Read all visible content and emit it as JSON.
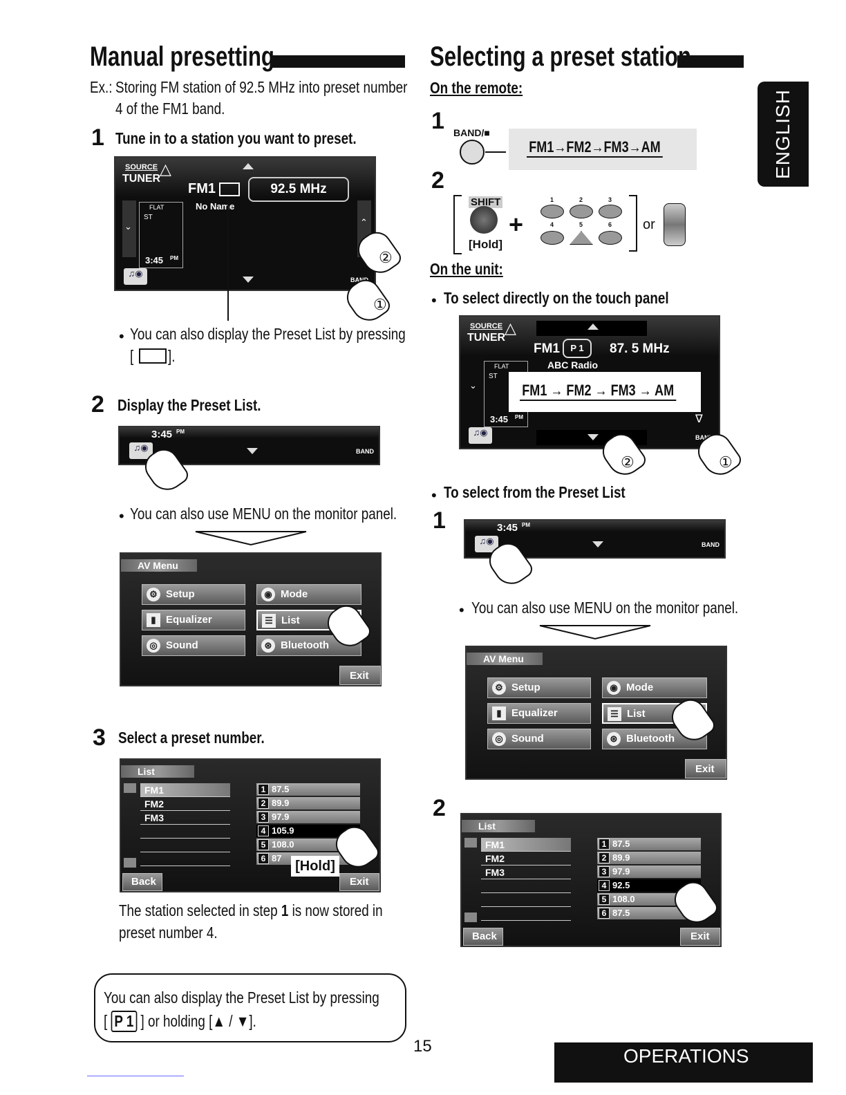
{
  "left": {
    "title": "Manual presetting",
    "example_prefix": "Ex.:",
    "example_line1": "Storing FM station of 92.5 MHz into preset number",
    "example_line2": "4 of the FM1 band.",
    "step1_num": "1",
    "step1_text": "Tune in to a station you want to preset.",
    "screen1": {
      "source": "SOURCE",
      "tuner": "TUNER",
      "band": "FM1",
      "freq": "92.5  MHz",
      "station": "No Name",
      "flat": "FLAT",
      "st": "ST",
      "time": "3:45",
      "pm": "PM",
      "band_btn": "BAND",
      "callout1": "①",
      "callout2": "②"
    },
    "note1_line1": "You can also display the Preset List by pressing",
    "note1_line2a": "[",
    "note1_line2b": "].",
    "step2_num": "2",
    "step2_text": "Display the Preset List.",
    "screen2": {
      "time": "3:45",
      "pm": "PM",
      "band_btn": "BAND"
    },
    "note2": "You can also use MENU on the monitor panel.",
    "menu": {
      "title": "AV Menu",
      "setup": "Setup",
      "mode": "Mode",
      "equalizer": "Equalizer",
      "list": "List",
      "sound": "Sound",
      "bluetooth": "Bluetooth",
      "exit": "Exit"
    },
    "step3_num": "3",
    "step3_text": "Select a preset number.",
    "list": {
      "title": "List",
      "bands": [
        "FM1",
        "FM2",
        "FM3"
      ],
      "presets": [
        "87.5",
        "89.9",
        "97.9",
        "105.9",
        "108.0",
        "87"
      ],
      "hold": "[Hold]",
      "back": "Back",
      "exit": "Exit"
    },
    "result_line1a": "The station selected in step ",
    "result_line1b": "1",
    "result_line1c": " is now stored in",
    "result_line2": "preset number 4.",
    "box_line1": "You can also display the Preset List by pressing",
    "box_line2a": "[",
    "box_line2b": "P 1",
    "box_line2c": "] or holding [▲ / ▼]."
  },
  "right": {
    "title": "Selecting a preset station",
    "remote_heading": "On the remote:",
    "r1_num": "1",
    "band_label": "BAND/■",
    "band_cycle": "FM1→FM2→FM3→AM",
    "r2_num": "2",
    "shift": "SHIFT",
    "hold": "[Hold]",
    "or": "or",
    "keys": [
      "1",
      "2",
      "3",
      "4",
      "5",
      "6"
    ],
    "unit_heading": "On the unit:",
    "touch_heading": "To select directly on the touch panel",
    "screen3": {
      "source": "SOURCE",
      "tuner": "TUNER",
      "band": "FM1",
      "preset": "P 1",
      "freq": "87. 5  MHz",
      "station": "ABC Radio",
      "flat": "FLAT",
      "st": "ST",
      "time": "3:45",
      "pm": "PM",
      "band_btn": "BAND",
      "cycle": "FM1 → FM2 → FM3 → AM",
      "callout1": "①",
      "callout2": "②"
    },
    "list_heading": "To select from the Preset List",
    "p1_num": "1",
    "screen4": {
      "time": "3:45",
      "pm": "PM",
      "band_btn": "BAND"
    },
    "note": "You can also use MENU on the monitor panel.",
    "menu": {
      "title": "AV Menu",
      "setup": "Setup",
      "mode": "Mode",
      "equalizer": "Equalizer",
      "list": "List",
      "sound": "Sound",
      "bluetooth": "Bluetooth",
      "exit": "Exit"
    },
    "p2_num": "2",
    "list": {
      "title": "List",
      "bands": [
        "FM1",
        "FM2",
        "FM3"
      ],
      "presets": [
        "87.5",
        "89.9",
        "97.9",
        "92.5",
        "108.0",
        "87.5"
      ],
      "back": "Back",
      "exit": "Exit"
    }
  },
  "side_tab": "ENGLISH",
  "page_number": "15",
  "footer_label": "OPERATIONS"
}
